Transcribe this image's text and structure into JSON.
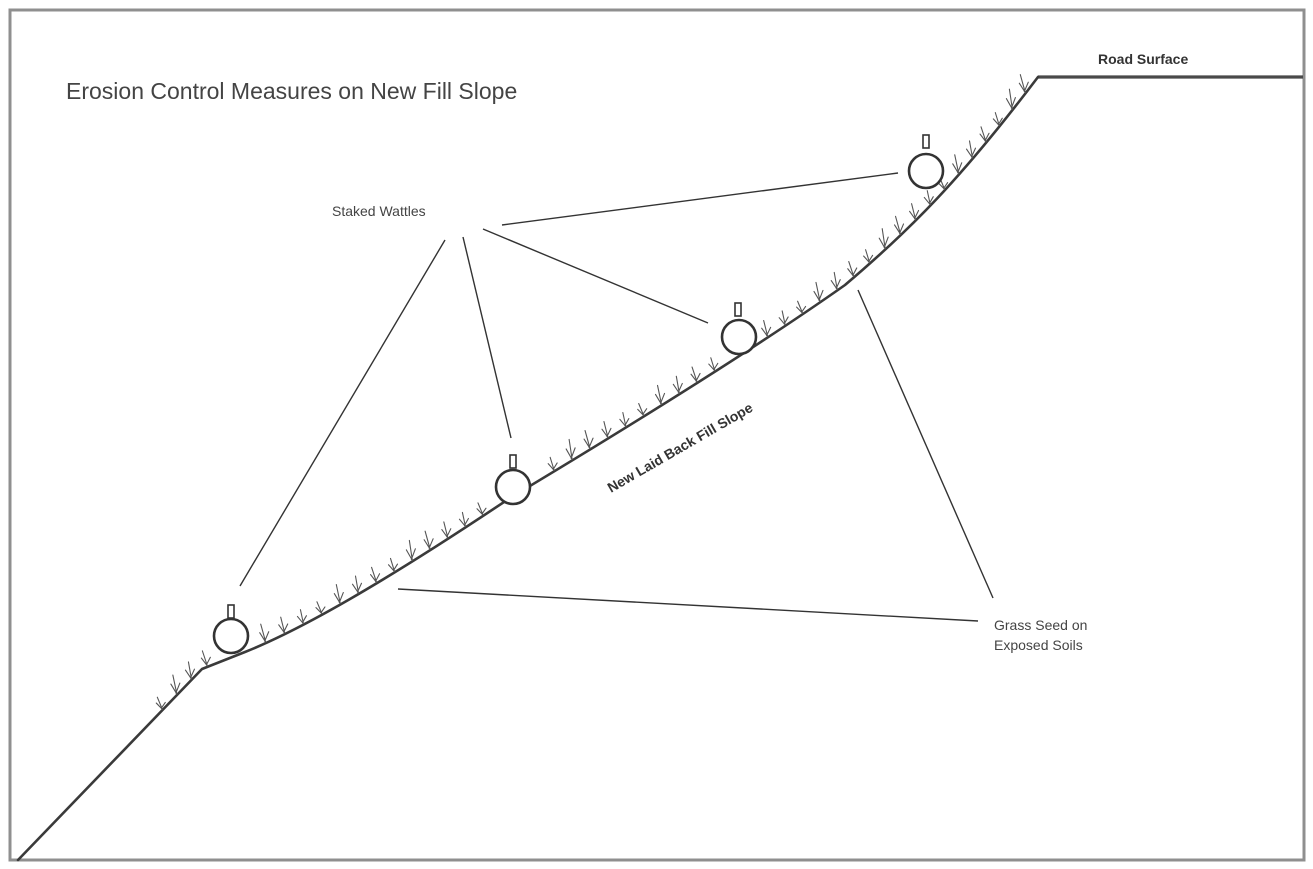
{
  "title": "Erosion Control Measures on New Fill Slope",
  "labels": {
    "road_surface": "Road Surface",
    "staked_wattles": "Staked Wattles",
    "fill_slope": "New Laid Back Fill Slope",
    "grass_seed_line1": "Grass Seed on",
    "grass_seed_line2": "Exposed Soils"
  },
  "wattle_count": 4
}
